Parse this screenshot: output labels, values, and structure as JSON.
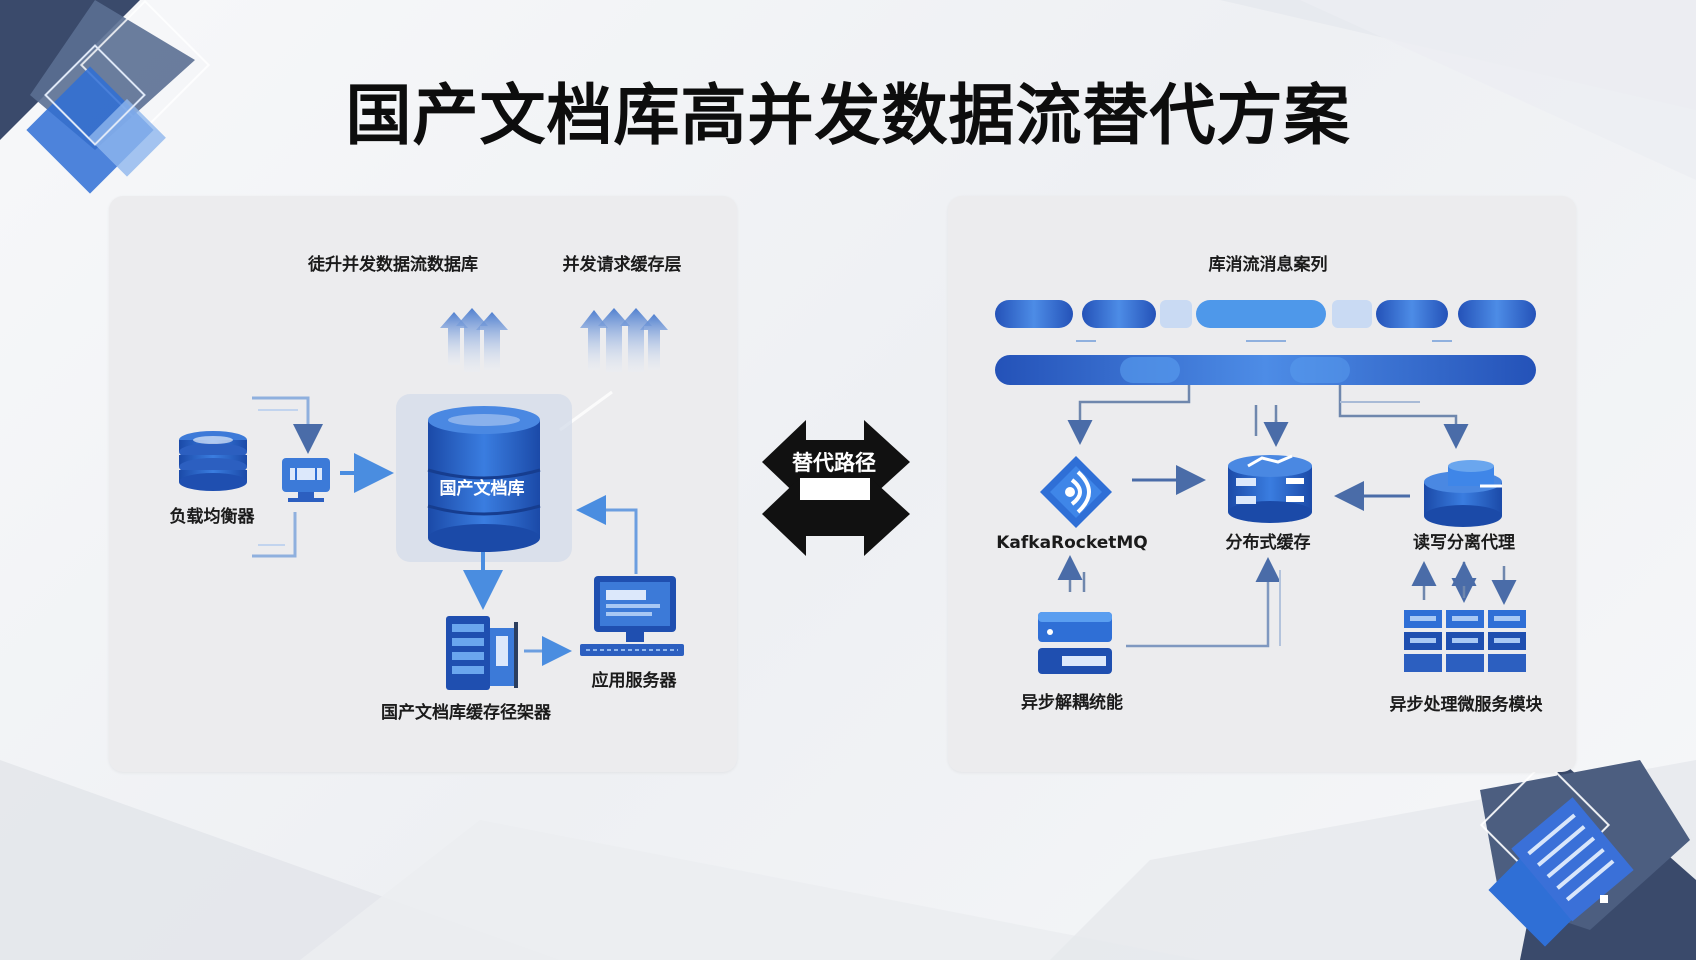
{
  "slide": {
    "title": "国产文档库高并发数据流替代方案"
  },
  "left_panel": {
    "header_db": "徒升并发数据流数据库",
    "header_cache": "并发请求缓存层",
    "load_balancer": "负载均衡器",
    "core_db": "国产文档库",
    "app_server": "应用服务器",
    "cache_arch": "国产文档库缓存径架器"
  },
  "center": {
    "arrow_label": "替代路径"
  },
  "right_panel": {
    "header_queue": "库消流消息案列",
    "mq": "KafkaRocketMQ",
    "distributed_cache": "分布式缓存",
    "rw_proxy": "读写分离代理",
    "async_decouple": "异步解耦统能",
    "async_micro": "异步处理微服务模块"
  },
  "colors": {
    "accent_blue": "#2f6fd6",
    "deep_blue": "#1f4fb0",
    "light_blue": "#5aa8f0",
    "navy": "#2c3e5e"
  }
}
